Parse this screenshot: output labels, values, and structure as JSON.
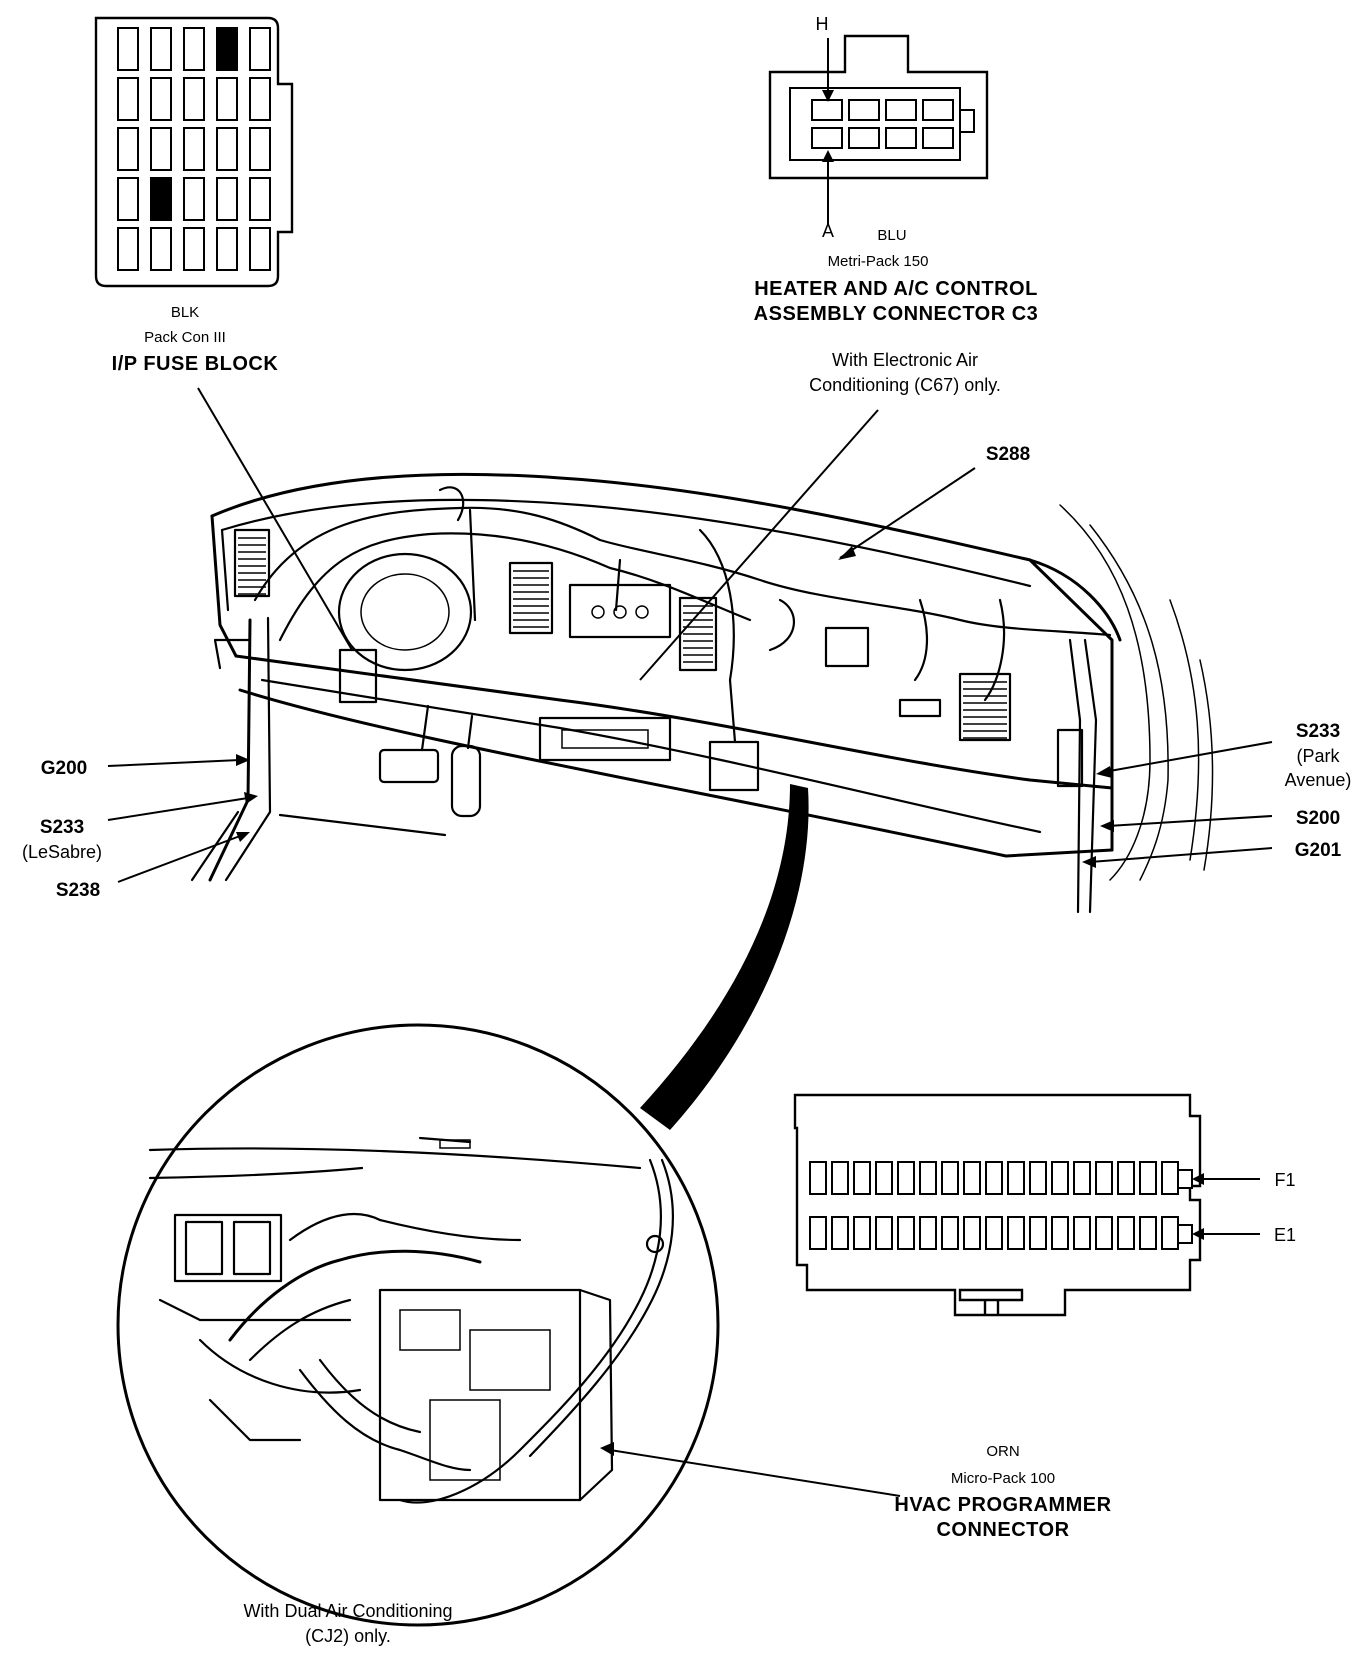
{
  "fuse_block": {
    "color": "BLK",
    "family": "Pack Con III",
    "title": "I/P FUSE BLOCK"
  },
  "hvac_connector_c3": {
    "pin_top": "H",
    "pin_bottom": "A",
    "color": "BLU",
    "family": "Metri-Pack 150",
    "title_line1": "HEATER AND A/C CONTROL",
    "title_line2": "ASSEMBLY CONNECTOR C3",
    "note_line1": "With Electronic Air",
    "note_line2": "Conditioning (C67) only."
  },
  "splice_labels": {
    "s288": "S288",
    "g200": "G200",
    "s233_lesabre": "S233",
    "lesabre": "(LeSabre)",
    "s238": "S238",
    "s233_park": "S233",
    "park": "(Park",
    "avenue": "Avenue)",
    "s200": "S200",
    "g201": "G201"
  },
  "programmer_connector": {
    "pin_f1": "F1",
    "pin_e1": "E1",
    "color": "ORN",
    "family": "Micro-Pack 100",
    "title_line1": "HVAC PROGRAMMER",
    "title_line2": "CONNECTOR"
  },
  "dual_ac_note": {
    "line1": "With Dual Air Conditioning",
    "line2": "(CJ2) only."
  }
}
